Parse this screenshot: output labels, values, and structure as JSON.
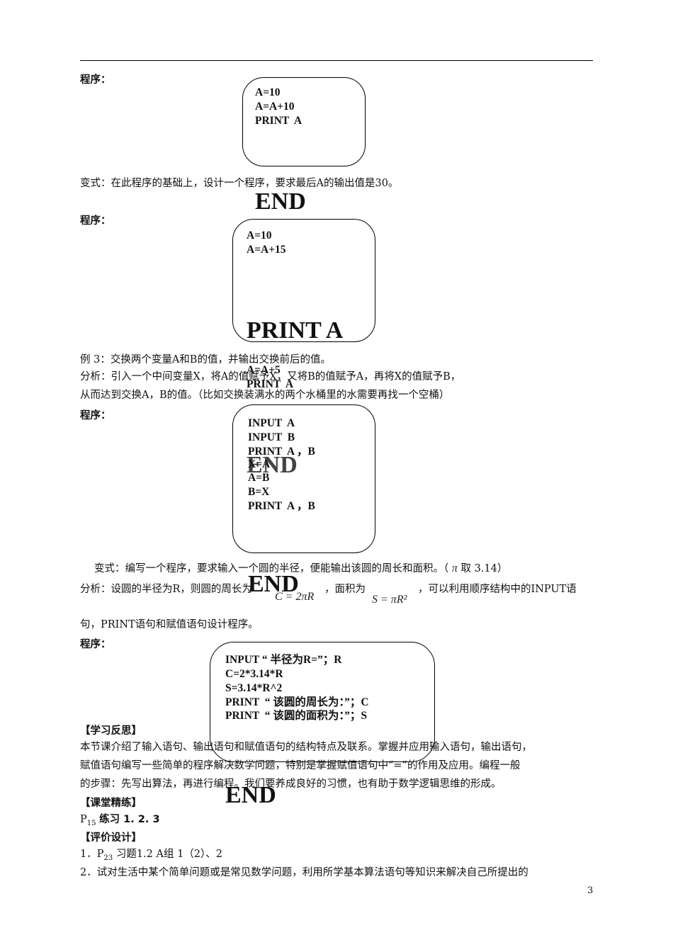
{
  "program_label": "程序：",
  "box1": {
    "lines": [
      "A=10",
      "A=A+10",
      "PRINT  A"
    ],
    "end": "END"
  },
  "variant1": "变式：在此程序的基础上，设计一个程序，要求最后A的输出值是30。",
  "box2": {
    "lines": [
      "A=10",
      "A=A+15"
    ],
    "print": "PRINT A",
    "overflow": [
      "A=A+5",
      "PRINT  A"
    ],
    "end": "END"
  },
  "example3": {
    "title": "例 3：交换两个变量A和B的值，并输出交换前后的值。",
    "analysis1": "分析：引入一个中间变量X，将A的值赋予X，又将B的值赋予A，再将X的值赋予B，",
    "analysis2": "从而达到交换A，B的值。（比如交换装满水的两个水桶里的水需要再找一个空桶）"
  },
  "box3": {
    "lines": [
      "INPUT  A",
      "INPUT  B",
      "PRINT  A ，B",
      "X=A",
      "A=B",
      "B=X",
      "PRINT  A ，B"
    ],
    "end": "END"
  },
  "variant2": {
    "line1_a": "变式：编写一个程序，要求输入一个圆的半径，便能输出该圆的周长和面积。（",
    "pi": "π",
    "line1_b": "取 3.14）",
    "line2_a": "分析：设圆的半径为R，则圆的周长为",
    "formula_c": "C = 2πR",
    "line2_b": "，面积为",
    "formula_s": "S = πR²",
    "line2_c": "，可以利用顺序结构中的INPUT语",
    "line3": "句，PRINT语句和赋值语句设计程序。"
  },
  "box4": {
    "lines": [
      "INPUT “ 半径为R=”；R",
      "C=2*3.14*R",
      "S=3.14*R^2",
      "PRINT  “ 该圆的周长为：”；C",
      "PRINT  “ 该圆的面积为：”；S"
    ],
    "end": "END"
  },
  "reflection": {
    "heading": "【学习反思】",
    "lines": [
      "本节课介绍了输入语句、输出语句和赋值语句的结构特点及联系。掌握并应用输入语句，输出语句，",
      "赋值语句编写一些简单的程序解决数学问题，特别是掌握赋值语句中“=”的作用及应用。编程一般",
      "的步骤：先写出算法，再进行编程。我们要养成良好的习惯，也有助于数学逻辑思维的形成。"
    ]
  },
  "practice": {
    "heading": "【课堂精练】",
    "p": "P",
    "sub": "15",
    "text": "练习  1.   2.   3"
  },
  "evaluation": {
    "heading": "【评价设计】",
    "item1_a": "1．P",
    "item1_sub": "23",
    "item1_b": "  习题1.2    A组 1（2）、2",
    "item2": "2．试对生活中某个简单问题或是常见数学问题，利用所学基本算法语句等知识来解决自己所提出的"
  },
  "page_number": "3"
}
